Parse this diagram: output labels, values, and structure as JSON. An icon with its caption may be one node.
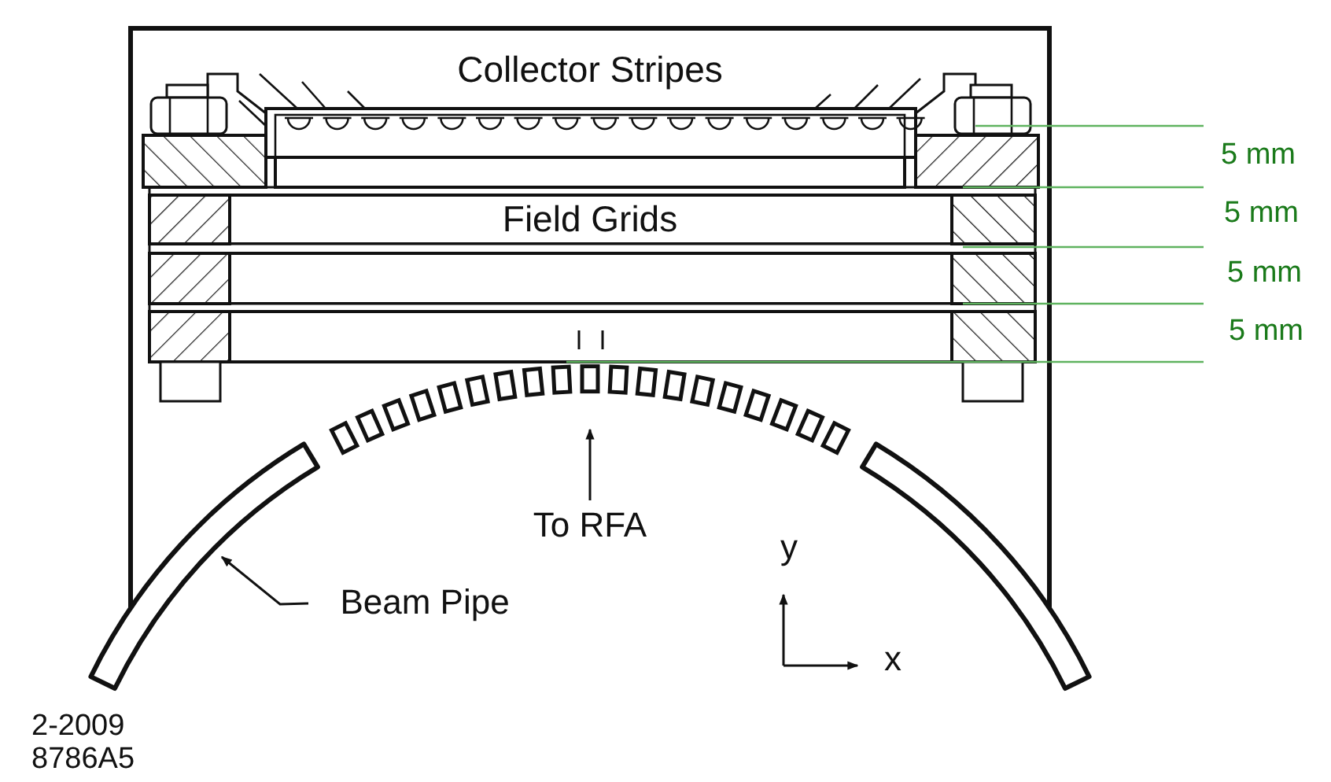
{
  "diagram": {
    "nodes": [
      {
        "text": [
          "To RFA"
        ]
      },
      {
        "text": [
          "Beam Pipe"
        ]
      }
    ],
    "edges": [
      {
        "from": 0,
        "to": null,
        "arrow": "to"
      },
      {
        "from": 1,
        "to": null,
        "arrow": "to"
      }
    ],
    "labels": [
      "Collector Stripes",
      "5 mm",
      "5 mm",
      "Field Grids",
      "5 mm",
      "5 mm",
      "y",
      "x",
      "2-2009",
      "8786A5"
    ]
  }
}
